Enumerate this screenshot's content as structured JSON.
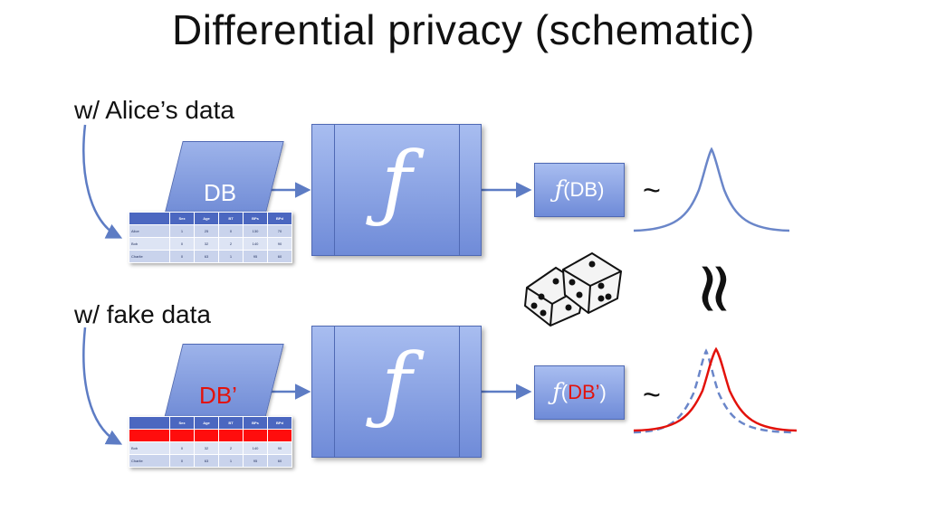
{
  "title": "Differential privacy (schematic)",
  "rows": [
    {
      "label": "w/ Alice’s data",
      "db_label": "DB",
      "f_symbol": "ƒ",
      "output": {
        "fn": "ƒ",
        "open": "(",
        "arg": "DB",
        "close": ")"
      },
      "relation": "~"
    },
    {
      "label": "w/ fake data",
      "db_label": "DB’",
      "f_symbol": "ƒ",
      "output": {
        "fn": "ƒ",
        "open": "(",
        "arg": "DB’",
        "close": ")"
      },
      "relation": "~"
    }
  ],
  "table": {
    "columns": [
      "",
      "Sex",
      "Age",
      "BT",
      "BPs",
      "BPd"
    ],
    "rows": [
      [
        "Alice",
        "1",
        "25",
        "0",
        "130",
        "70"
      ],
      [
        "Bob",
        "0",
        "32",
        "2",
        "140",
        "90"
      ],
      [
        "Charlie",
        "0",
        "63",
        "1",
        "95",
        "60"
      ]
    ]
  },
  "approx_symbol": "≈",
  "icons": {
    "randomness": "dice-icon"
  },
  "colors": {
    "blue_box": "#7f98dd",
    "curve_blue": "#6a86c9",
    "curve_red": "#e3120b",
    "highlight_red": "#ff0d0d"
  }
}
